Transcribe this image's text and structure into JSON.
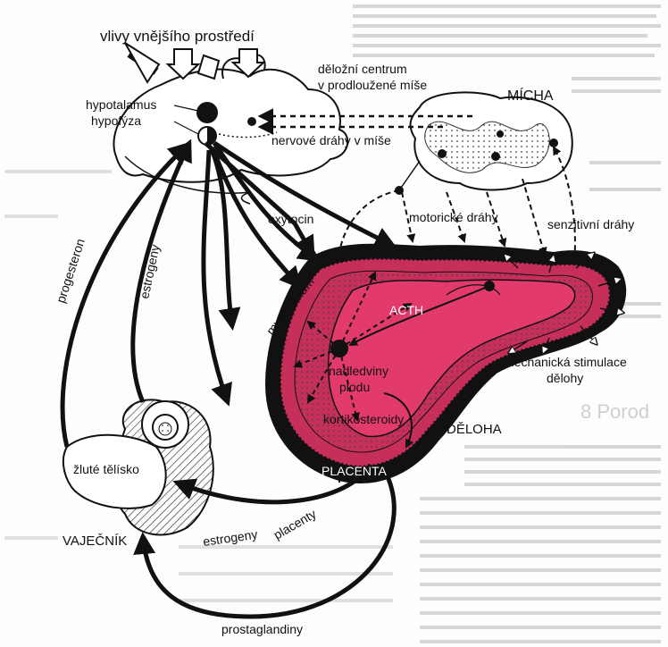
{
  "labels": {
    "environment": "vlivy vnějšího prostředí",
    "uterine_center": "děložní centrum",
    "uterine_center_2": "v prodloužené míše",
    "hypothalamus": "hypotalamus",
    "pituitary": "hypofýza",
    "spinal_cord": "MÍCHA",
    "nerve_tracts": "nervové dráhy v míše",
    "motor_tracts": "motorické dráhy",
    "sensory_tracts": "senzitivní dráhy",
    "oxytocin": "oxytocin",
    "myometrium": "myometrium",
    "acth": "ACTH",
    "adrenal_1": "nadledviny",
    "adrenal_2": "plodu",
    "corticosteroids": "kortikosteroidy",
    "mechanical_1": "mechanická stimulace",
    "mechanical_2": "dělohy",
    "uterus": "DĚLOHA",
    "placenta": "PLACENTA",
    "corpus_luteum": "žluté tělísko",
    "ovary": "VAJEČNÍK",
    "progesterone": "progesteron",
    "estrogens": "estrogeny",
    "placental_estrogens_1": "estrogeny",
    "placental_estrogens_2": "placenty",
    "prostaglandins": "prostaglandiny",
    "page_heading": "8 Porod"
  },
  "colors": {
    "accent_pink": "#e23a6a",
    "dark_pink": "#b5244c",
    "ink": "#111111"
  }
}
